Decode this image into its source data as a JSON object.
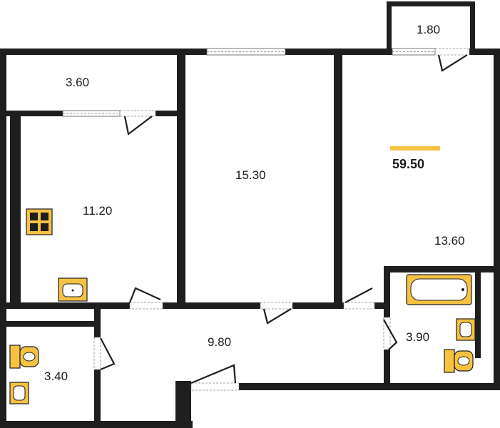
{
  "plan": {
    "total_area": "59.50",
    "accent_color": "#f5c242",
    "rooms": [
      {
        "id": "balcony-left",
        "area": "3.60"
      },
      {
        "id": "balcony-right",
        "area": "1.80"
      },
      {
        "id": "kitchen",
        "area": "11.20"
      },
      {
        "id": "living-room",
        "area": "15.30"
      },
      {
        "id": "bedroom",
        "area": "13.60"
      },
      {
        "id": "hallway",
        "area": "9.80"
      },
      {
        "id": "bathroom",
        "area": "3.90"
      },
      {
        "id": "toilet",
        "area": "3.40"
      }
    ],
    "icons": [
      "stove-icon",
      "kitchen-sink-icon",
      "bathtub-icon",
      "washbasin-icon",
      "toilet-icon"
    ]
  }
}
